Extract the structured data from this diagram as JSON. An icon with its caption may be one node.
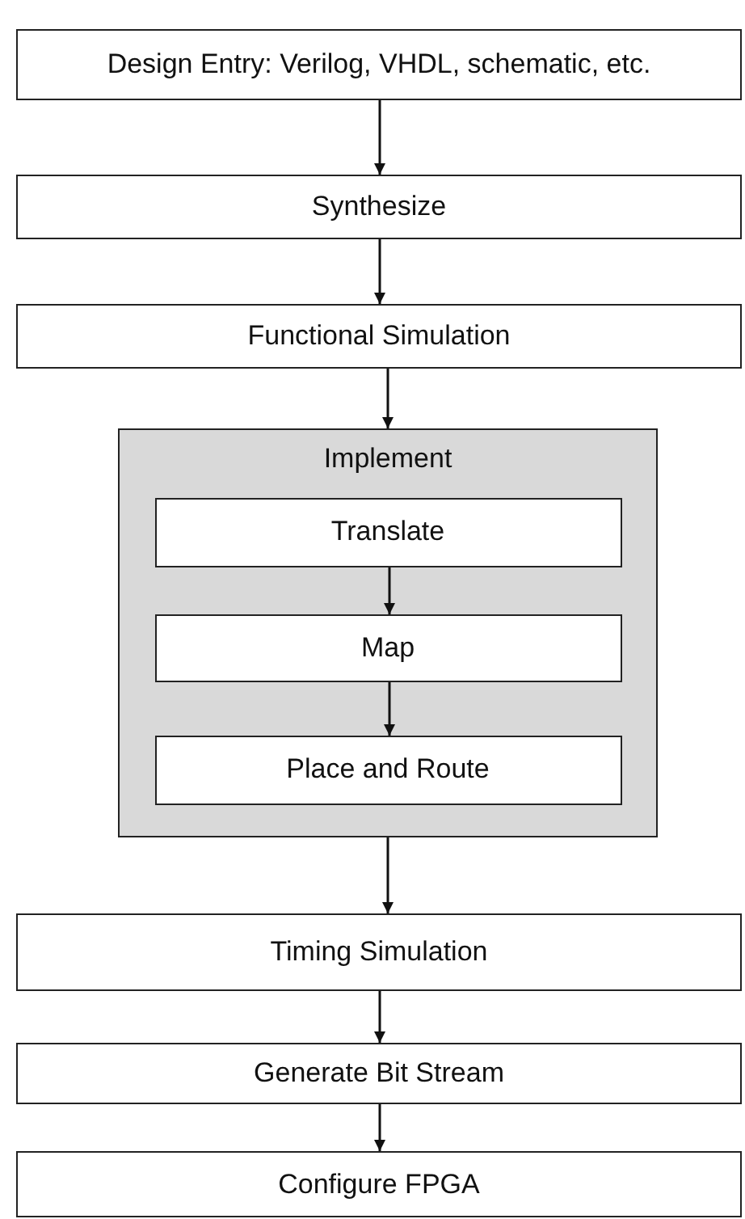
{
  "diagram": {
    "nodes": [
      {
        "text": [
          "Design Entry: Verilog, VHDL, schematic, etc."
        ]
      },
      {
        "text": [
          "Synthesize"
        ]
      },
      {
        "text": [
          "Functional Simulation"
        ]
      },
      {
        "text": [
          "Implement"
        ]
      },
      {
        "text": [
          "Translate"
        ],
        "in": 3
      },
      {
        "text": [
          "Map"
        ],
        "in": 3
      },
      {
        "text": [
          "Place and Route"
        ],
        "in": 3
      },
      {
        "text": [
          "Timing Simulation"
        ]
      },
      {
        "text": [
          "Generate Bit Stream"
        ]
      },
      {
        "text": [
          "Configure FPGA"
        ]
      }
    ],
    "edges": [
      {
        "from": 0,
        "to": 1,
        "arrow": "to"
      },
      {
        "from": 1,
        "to": 2,
        "arrow": "to"
      },
      {
        "from": 2,
        "to": 3,
        "arrow": "to"
      },
      {
        "from": 4,
        "to": 5,
        "arrow": "to"
      },
      {
        "from": 5,
        "to": 6,
        "arrow": "to"
      },
      {
        "from": 3,
        "to": 7,
        "arrow": "to"
      },
      {
        "from": 7,
        "to": 8,
        "arrow": "to"
      },
      {
        "from": 8,
        "to": 9,
        "arrow": "to"
      }
    ]
  }
}
